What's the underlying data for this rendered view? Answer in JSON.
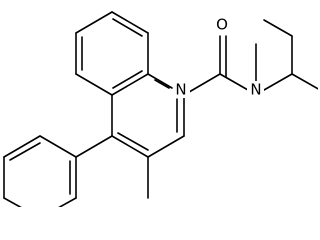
{
  "diagram": {
    "atoms": {
      "nitrogen_ring": "N",
      "nitrogen_amide": "N",
      "oxygen": "O"
    },
    "colors": {
      "bond": "#000000",
      "background": "#ffffff"
    }
  }
}
